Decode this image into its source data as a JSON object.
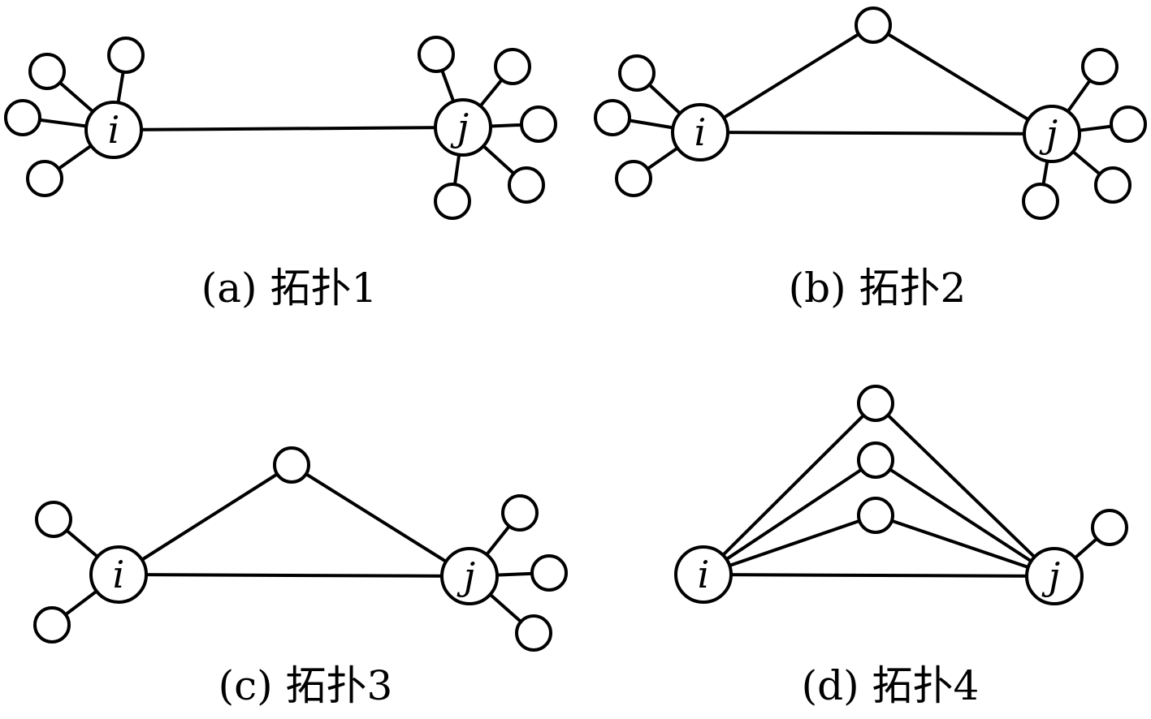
{
  "panels": [
    {
      "caption": "(a) 拓扑1",
      "hub_i": "i",
      "hub_j": "j"
    },
    {
      "caption": "(b) 拓扑2",
      "hub_i": "i",
      "hub_j": "j"
    },
    {
      "caption": "(c) 拓扑3",
      "hub_i": "i",
      "hub_j": "j"
    },
    {
      "caption": "(d) 拓扑4",
      "hub_i": "i",
      "hub_j": "j"
    }
  ]
}
